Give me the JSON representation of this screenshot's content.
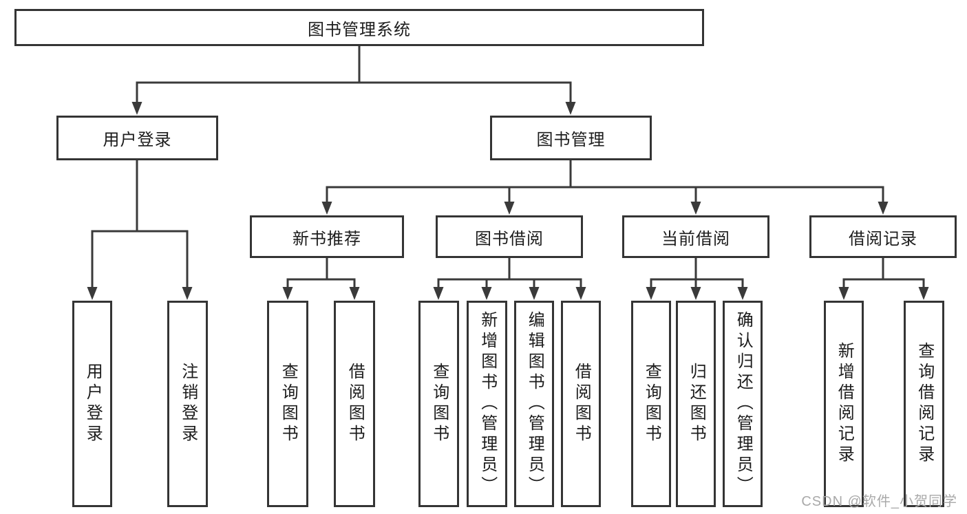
{
  "diagram_title": "图书管理系统",
  "tree": {
    "root": {
      "label": "图书管理系统",
      "children": [
        {
          "label": "用户登录",
          "children": [
            {
              "label": "用户登录"
            },
            {
              "label": "注销登录"
            }
          ]
        },
        {
          "label": "图书管理",
          "children": [
            {
              "label": "新书推荐",
              "children": [
                {
                  "label": "查询图书"
                },
                {
                  "label": "借阅图书"
                }
              ]
            },
            {
              "label": "图书借阅",
              "children": [
                {
                  "label": "查询图书"
                },
                {
                  "label": "新增图书（管理员）"
                },
                {
                  "label": "编辑图书（管理员）"
                },
                {
                  "label": "借阅图书"
                }
              ]
            },
            {
              "label": "当前借阅",
              "children": [
                {
                  "label": "查询图书"
                },
                {
                  "label": "归还图书"
                },
                {
                  "label": "确认归还（管理员）"
                }
              ]
            },
            {
              "label": "借阅记录",
              "children": [
                {
                  "label": "新增借阅记录"
                },
                {
                  "label": "查询借阅记录"
                }
              ]
            }
          ]
        }
      ]
    }
  },
  "watermark": {
    "text": "CSDN @软件_小贺同学"
  },
  "colors": {
    "line": "#3a3a3a",
    "box_border": "#343434",
    "text": "#1c1c1c",
    "background": "#ffffff",
    "watermark": "#a9a9a9"
  }
}
